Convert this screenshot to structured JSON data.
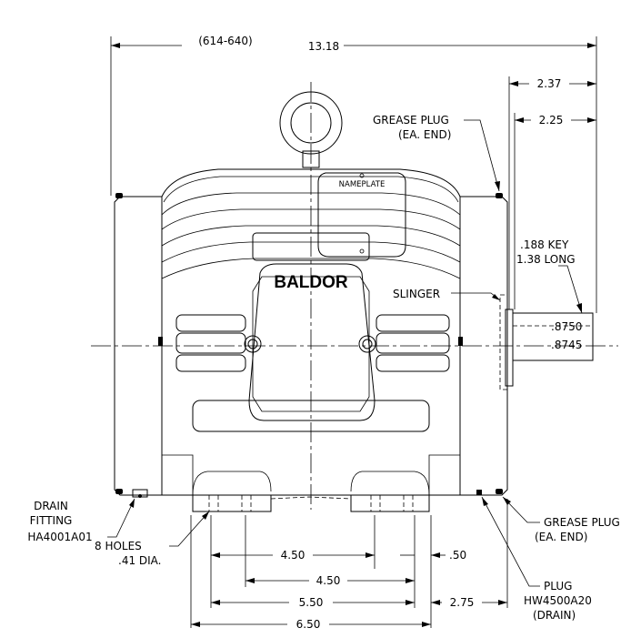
{
  "dimensions": {
    "overall_length": "13.18",
    "overall_length_mm": "(614-640)",
    "shaft_ext_outer": "2.37",
    "shaft_ext_inner": "2.25",
    "shaft_dia_max": ".8750",
    "shaft_dia_min": ".8745",
    "foot_spacing_a": "4.50",
    "foot_spacing_b": "4.50",
    "foot_offset": ".50",
    "foot_width": "5.50",
    "foot_to_shoulder": "2.75",
    "base_width": "6.50"
  },
  "callouts": {
    "grease_plug_top": [
      "GREASE PLUG",
      "(EA. END)"
    ],
    "key": [
      ".188 KEY",
      "1.38 LONG"
    ],
    "slinger": "SLINGER",
    "drain_fitting": [
      "DRAIN",
      "FITTING",
      "HA4001A01"
    ],
    "holes": [
      "8 HOLES",
      ".41 DIA."
    ],
    "grease_plug_bottom": [
      "GREASE PLUG",
      "(EA. END)"
    ],
    "plug": [
      "PLUG",
      "HW4500A20",
      "(DRAIN)"
    ]
  },
  "labels": {
    "nameplate": "NAMEPLATE",
    "brand": "BALDOR"
  }
}
